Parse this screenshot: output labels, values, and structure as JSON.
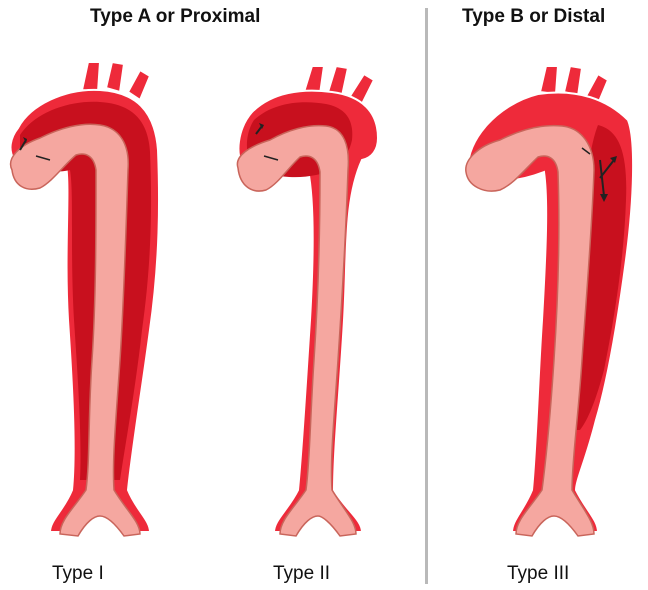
{
  "headings": {
    "type_a": "Type A or Proximal",
    "type_b": "Type B or Distal"
  },
  "captions": {
    "type_1": "Type I",
    "type_2": "Type II",
    "type_3": "Type III"
  },
  "colors": {
    "vessel_wall": "#ee2a3a",
    "false_lumen": "#c8101e",
    "true_lumen": "#f5a7a0",
    "lumen_edge": "#c9655b"
  }
}
